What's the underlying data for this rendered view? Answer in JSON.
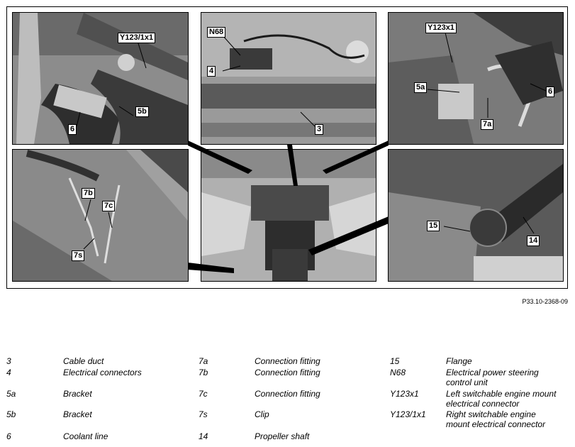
{
  "figure_id": "P33.10-2368-09",
  "callouts": {
    "tl": [
      "Y123/1x1",
      "5b",
      "6"
    ],
    "tc": [
      "N68",
      "4",
      "3"
    ],
    "tr": [
      "Y123x1",
      "5a",
      "6",
      "7a"
    ],
    "ml": [
      "7b",
      "7c",
      "7s"
    ],
    "mr": [
      "15",
      "14"
    ]
  },
  "legend": [
    {
      "code": "3",
      "desc": "Cable duct"
    },
    {
      "code": "4",
      "desc": "Electrical connectors"
    },
    {
      "code": "5a",
      "desc": "Bracket"
    },
    {
      "code": "5b",
      "desc": "Bracket"
    },
    {
      "code": "6",
      "desc": "Coolant line"
    },
    {
      "code": "7a",
      "desc": "Connection fitting"
    },
    {
      "code": "7b",
      "desc": "Connection fitting"
    },
    {
      "code": "7c",
      "desc": "Connection fitting"
    },
    {
      "code": "7s",
      "desc": "Clip"
    },
    {
      "code": "14",
      "desc": "Propeller shaft"
    },
    {
      "code": "15",
      "desc": "Flange"
    },
    {
      "code": "N68",
      "desc_line1": "Electrical power steering",
      "desc_line2": "control unit"
    },
    {
      "code": "Y123x1",
      "desc_line1": "Left switchable engine mount",
      "desc_line2": "electrical connector"
    },
    {
      "code": "Y123/1x1",
      "desc_line1": "Right switchable engine",
      "desc_line2": "mount electrical connector"
    }
  ]
}
